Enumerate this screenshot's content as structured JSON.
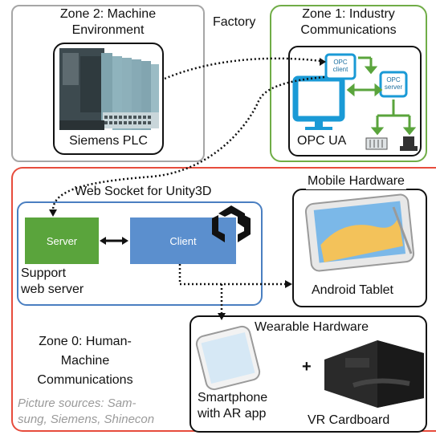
{
  "zones": {
    "zone2_title_line1": "Zone 2: Machine",
    "zone2_title_line2": "Environment",
    "factory_label": "Factory",
    "zone1_title_line1": "Zone 1: Industry",
    "zone1_title_line2": "Communications",
    "zone0_title_line1": "Zone 0: Human-",
    "zone0_title_line2": "Machine",
    "zone0_title_line3": "Communications"
  },
  "devices": {
    "plc_label": "Siemens PLC",
    "opc_ua_label": "OPC UA",
    "opc_client_line1": "OPC",
    "opc_client_line2": "client",
    "opc_server_line1": "OPC",
    "opc_server_line2": "server",
    "mobile_hardware_title": "Mobile Hardware",
    "tablet_label": "Android Tablet",
    "wearable_hardware_title": "Wearable Hardware",
    "smartphone_line1": "Smartphone",
    "smartphone_line2": "with AR app",
    "plus_sign": "+",
    "vr_label": "VR Cardboard"
  },
  "web_socket": {
    "title": "Web Socket for Unity3D",
    "server_label": "Server",
    "client_label": "Client",
    "support_line1": "Support",
    "support_line2": "web server"
  },
  "credits": {
    "line1": "Picture sources: Sam-",
    "line2": "sung, Siemens, Shinecon"
  },
  "colors": {
    "zone2_border": "#a6a6a6",
    "zone1_border": "#70ad47",
    "zone0_border": "#e74c3c",
    "websocket_border": "#4a7fc1",
    "server_fill": "#5aa43c",
    "client_fill": "#5b8fce",
    "opc_blue": "#1a9ad6",
    "arrow_green": "#5aa43c"
  }
}
